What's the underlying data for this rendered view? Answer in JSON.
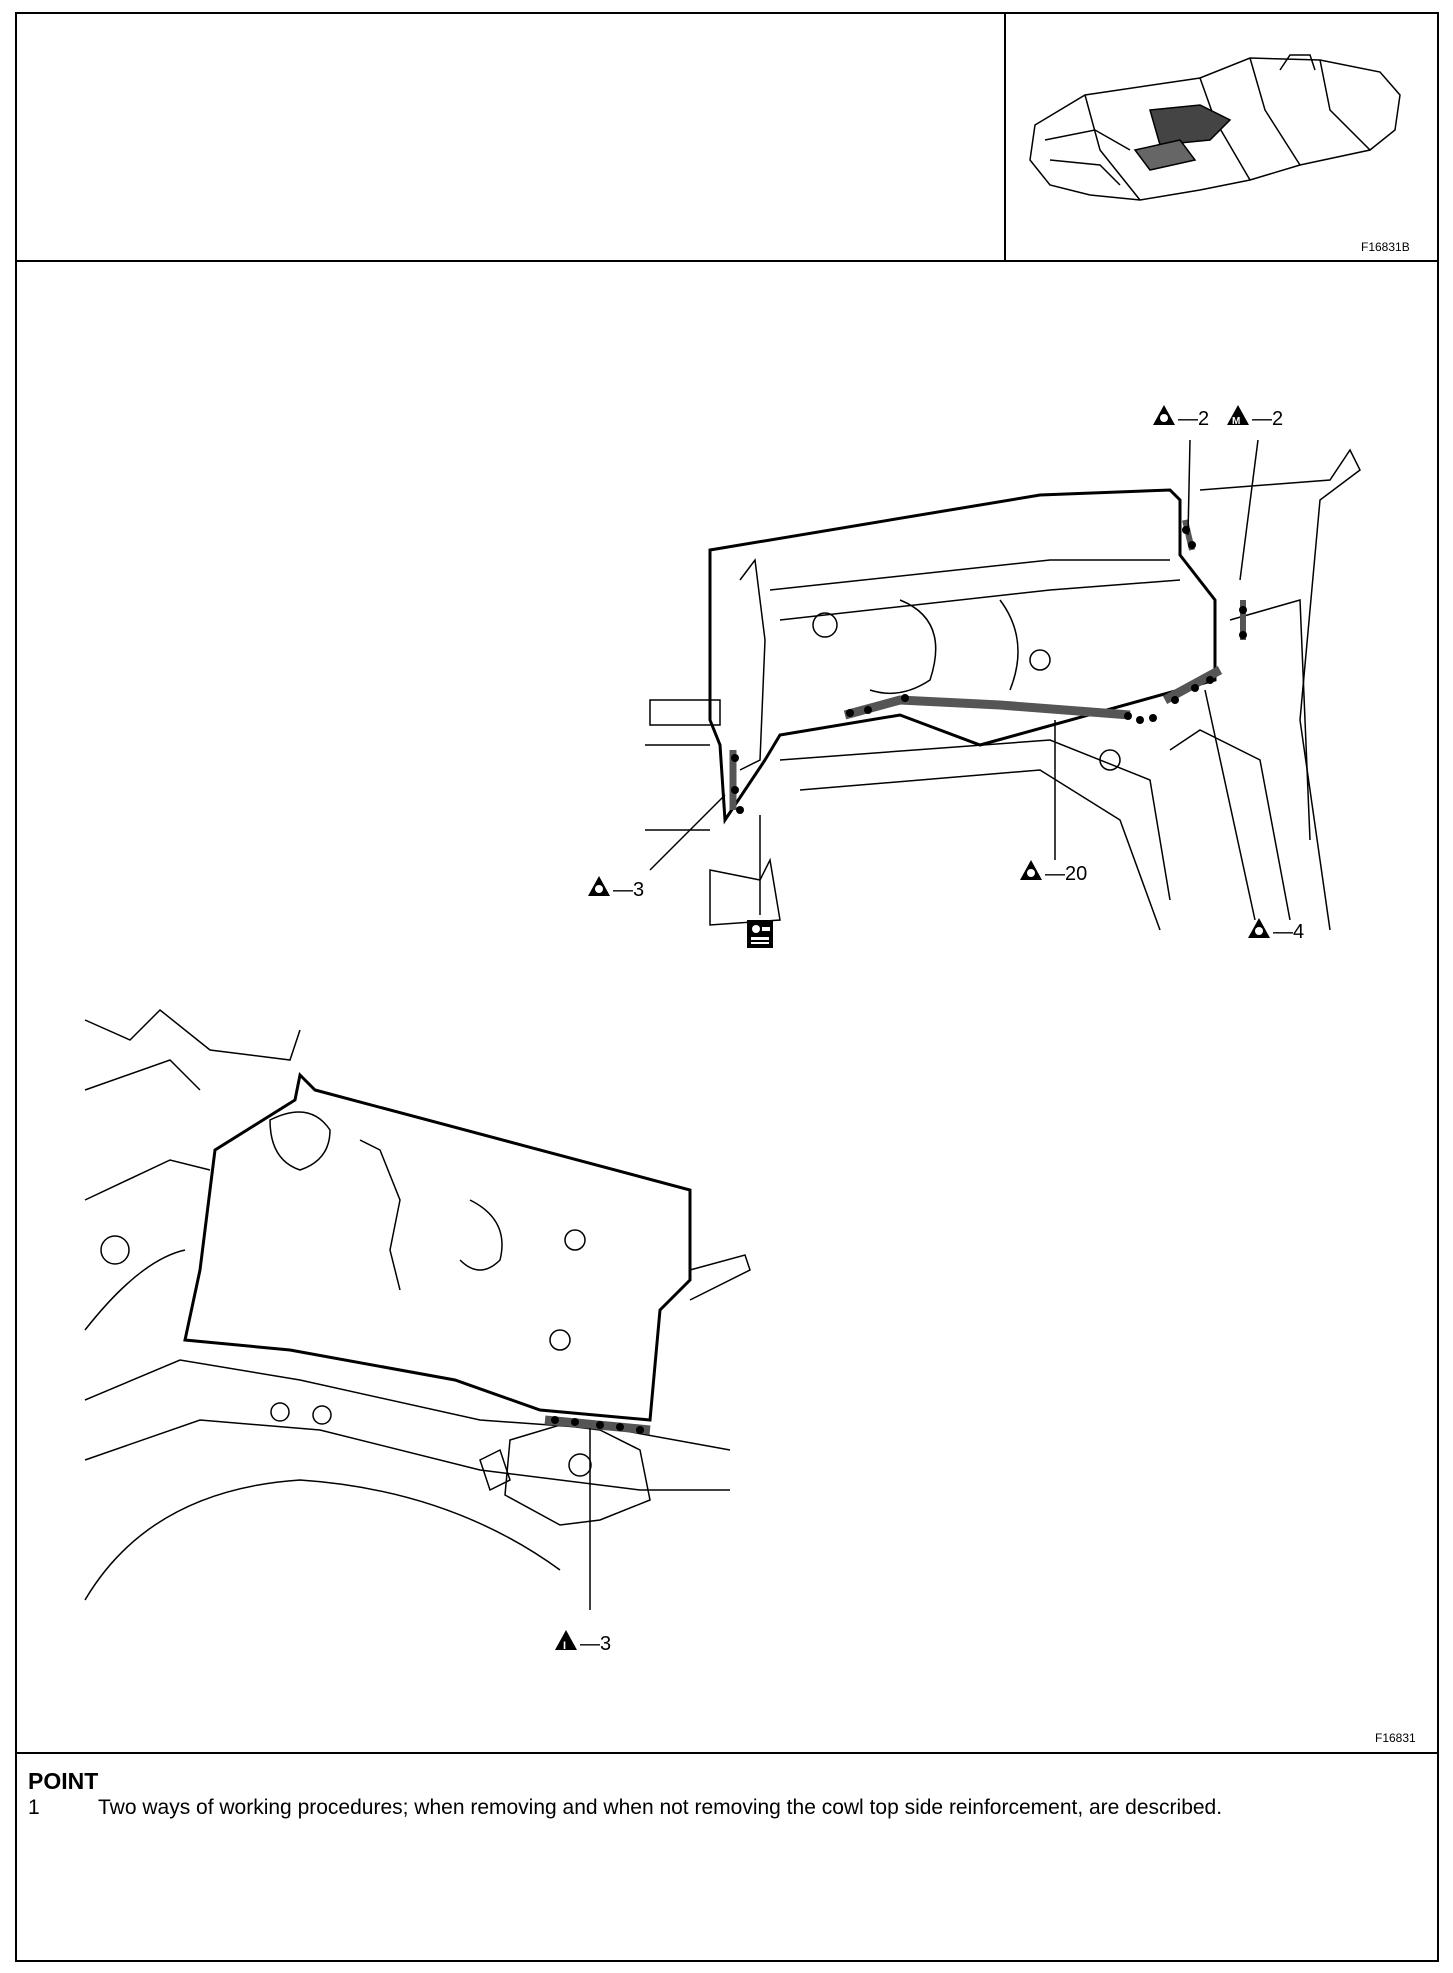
{
  "header": {
    "overview_code": "F16831B"
  },
  "figure": {
    "code": "F16831",
    "callouts": [
      {
        "symbol": "spot-weld",
        "text": "—2"
      },
      {
        "symbol": "mig-weld",
        "text": "—2"
      },
      {
        "symbol": "spot-weld",
        "text": "—3"
      },
      {
        "symbol": "spot-weld",
        "text": "—20"
      },
      {
        "symbol": "spot-weld",
        "text": "—4"
      },
      {
        "symbol": "info-weld",
        "text": "—3"
      }
    ]
  },
  "point": {
    "title": "POINT",
    "items": [
      {
        "num": "1",
        "text": "Two ways of working procedures; when removing and when not removing the cowl top side reinforcement, are described."
      }
    ]
  }
}
